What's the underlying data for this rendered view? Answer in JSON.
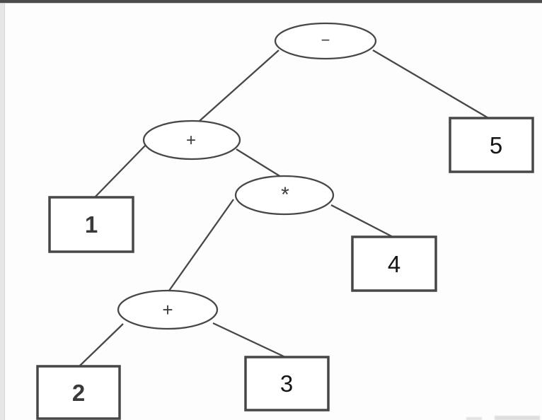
{
  "page": {
    "background": "#fdfdfd",
    "top_edge_color": "#4b4b4b",
    "left_gutter_color": "#e6e6e6",
    "line_color": "#474747"
  },
  "diagram": {
    "type": "expression-tree",
    "nodes": [
      {
        "id": "minus-root",
        "shape": "ellipse",
        "role": "operator",
        "label": "−"
      },
      {
        "id": "plus-upper",
        "shape": "ellipse",
        "role": "operator",
        "label": "+"
      },
      {
        "id": "times",
        "shape": "ellipse",
        "role": "operator",
        "label": "*"
      },
      {
        "id": "plus-lower",
        "shape": "ellipse",
        "role": "operator",
        "label": "+"
      },
      {
        "id": "operand-1",
        "shape": "rect",
        "role": "operand",
        "label": "1"
      },
      {
        "id": "operand-5",
        "shape": "rect",
        "role": "operand",
        "label": "5"
      },
      {
        "id": "operand-4",
        "shape": "rect",
        "role": "operand",
        "label": "4"
      },
      {
        "id": "operand-2",
        "shape": "rect",
        "role": "operand",
        "label": "2"
      },
      {
        "id": "operand-3",
        "shape": "rect",
        "role": "operand",
        "label": "3"
      }
    ],
    "edges": [
      {
        "from": "minus-root",
        "to": "plus-upper"
      },
      {
        "from": "minus-root",
        "to": "operand-5"
      },
      {
        "from": "plus-upper",
        "to": "operand-1"
      },
      {
        "from": "plus-upper",
        "to": "times"
      },
      {
        "from": "times",
        "to": "plus-lower"
      },
      {
        "from": "times",
        "to": "operand-4"
      },
      {
        "from": "plus-lower",
        "to": "operand-2"
      },
      {
        "from": "plus-lower",
        "to": "operand-3"
      }
    ]
  }
}
